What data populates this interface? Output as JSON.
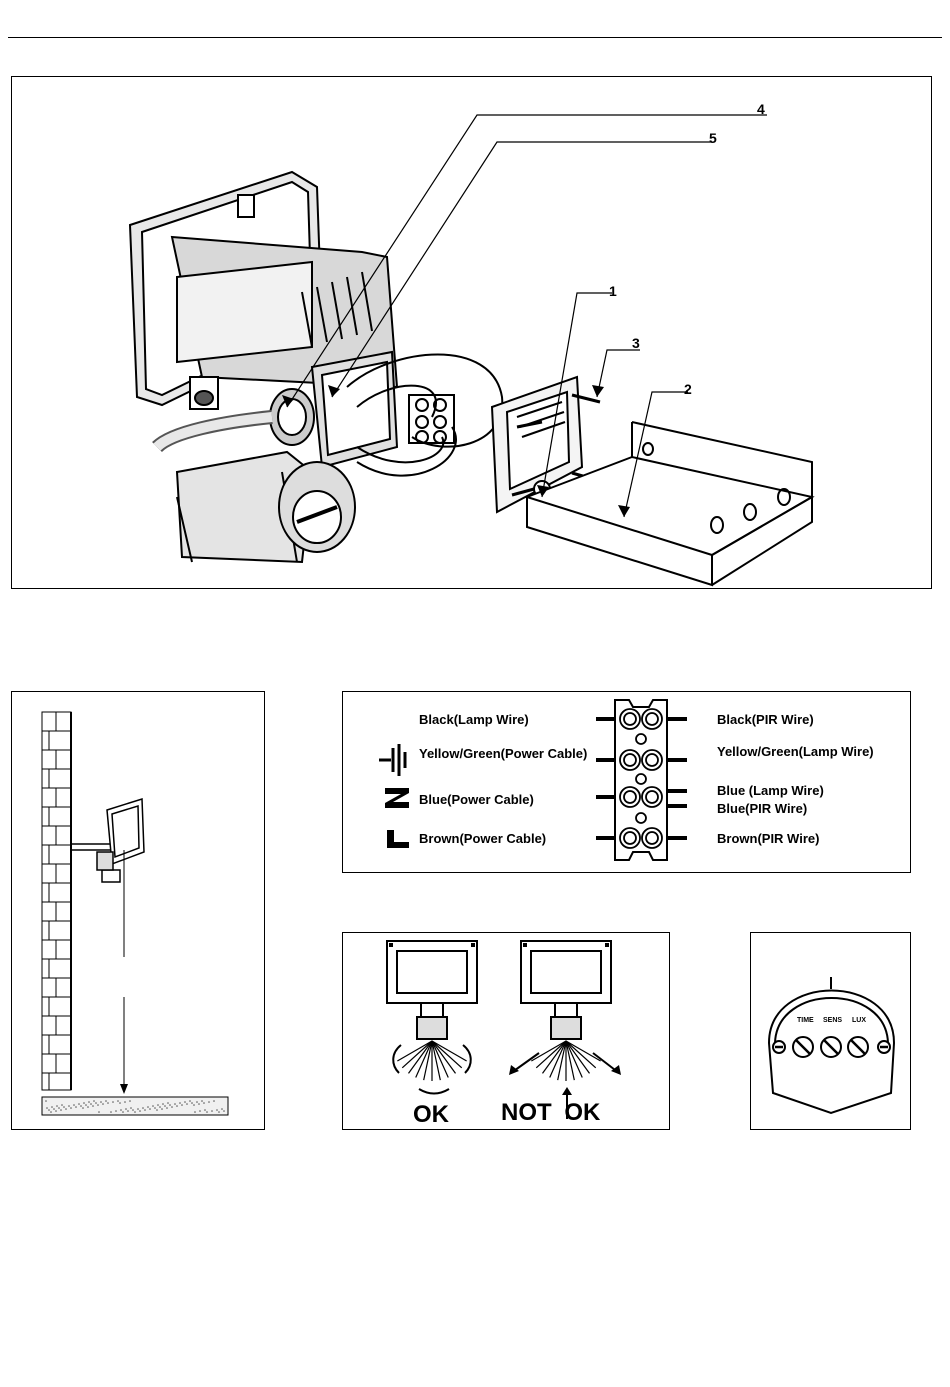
{
  "callouts": [
    "1",
    "2",
    "3",
    "4",
    "5"
  ],
  "wiring": {
    "left": [
      "Black(Lamp Wire)",
      "Yellow/Green(Power Cable)",
      "Blue(Power Cable)",
      "Brown(Power Cable)"
    ],
    "right": [
      "Black(PIR Wire)",
      "Yellow/Green(Lamp Wire)",
      "Blue (Lamp Wire)",
      "Blue(PIR Wire)",
      "Brown(PIR Wire)"
    ]
  },
  "aim": {
    "ok": "OK",
    "not_ok": "NOT OK"
  },
  "dials": [
    "TIME",
    "SENS",
    "LUX"
  ]
}
